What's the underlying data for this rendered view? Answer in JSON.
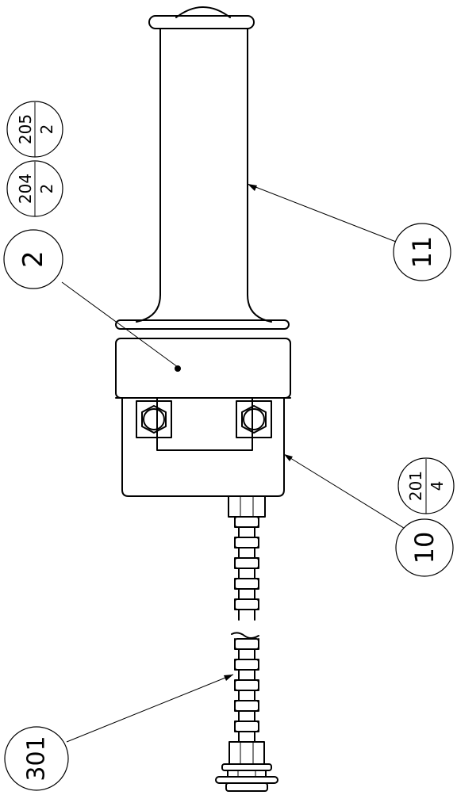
{
  "callouts": {
    "part_2": "2",
    "part_11": "11",
    "part_10": "10",
    "part_301": "301",
    "ref_204": {
      "top": "204",
      "bottom": "2"
    },
    "ref_205": {
      "top": "205",
      "bottom": "2"
    },
    "ref_201": {
      "top": "201",
      "bottom": "4"
    }
  }
}
